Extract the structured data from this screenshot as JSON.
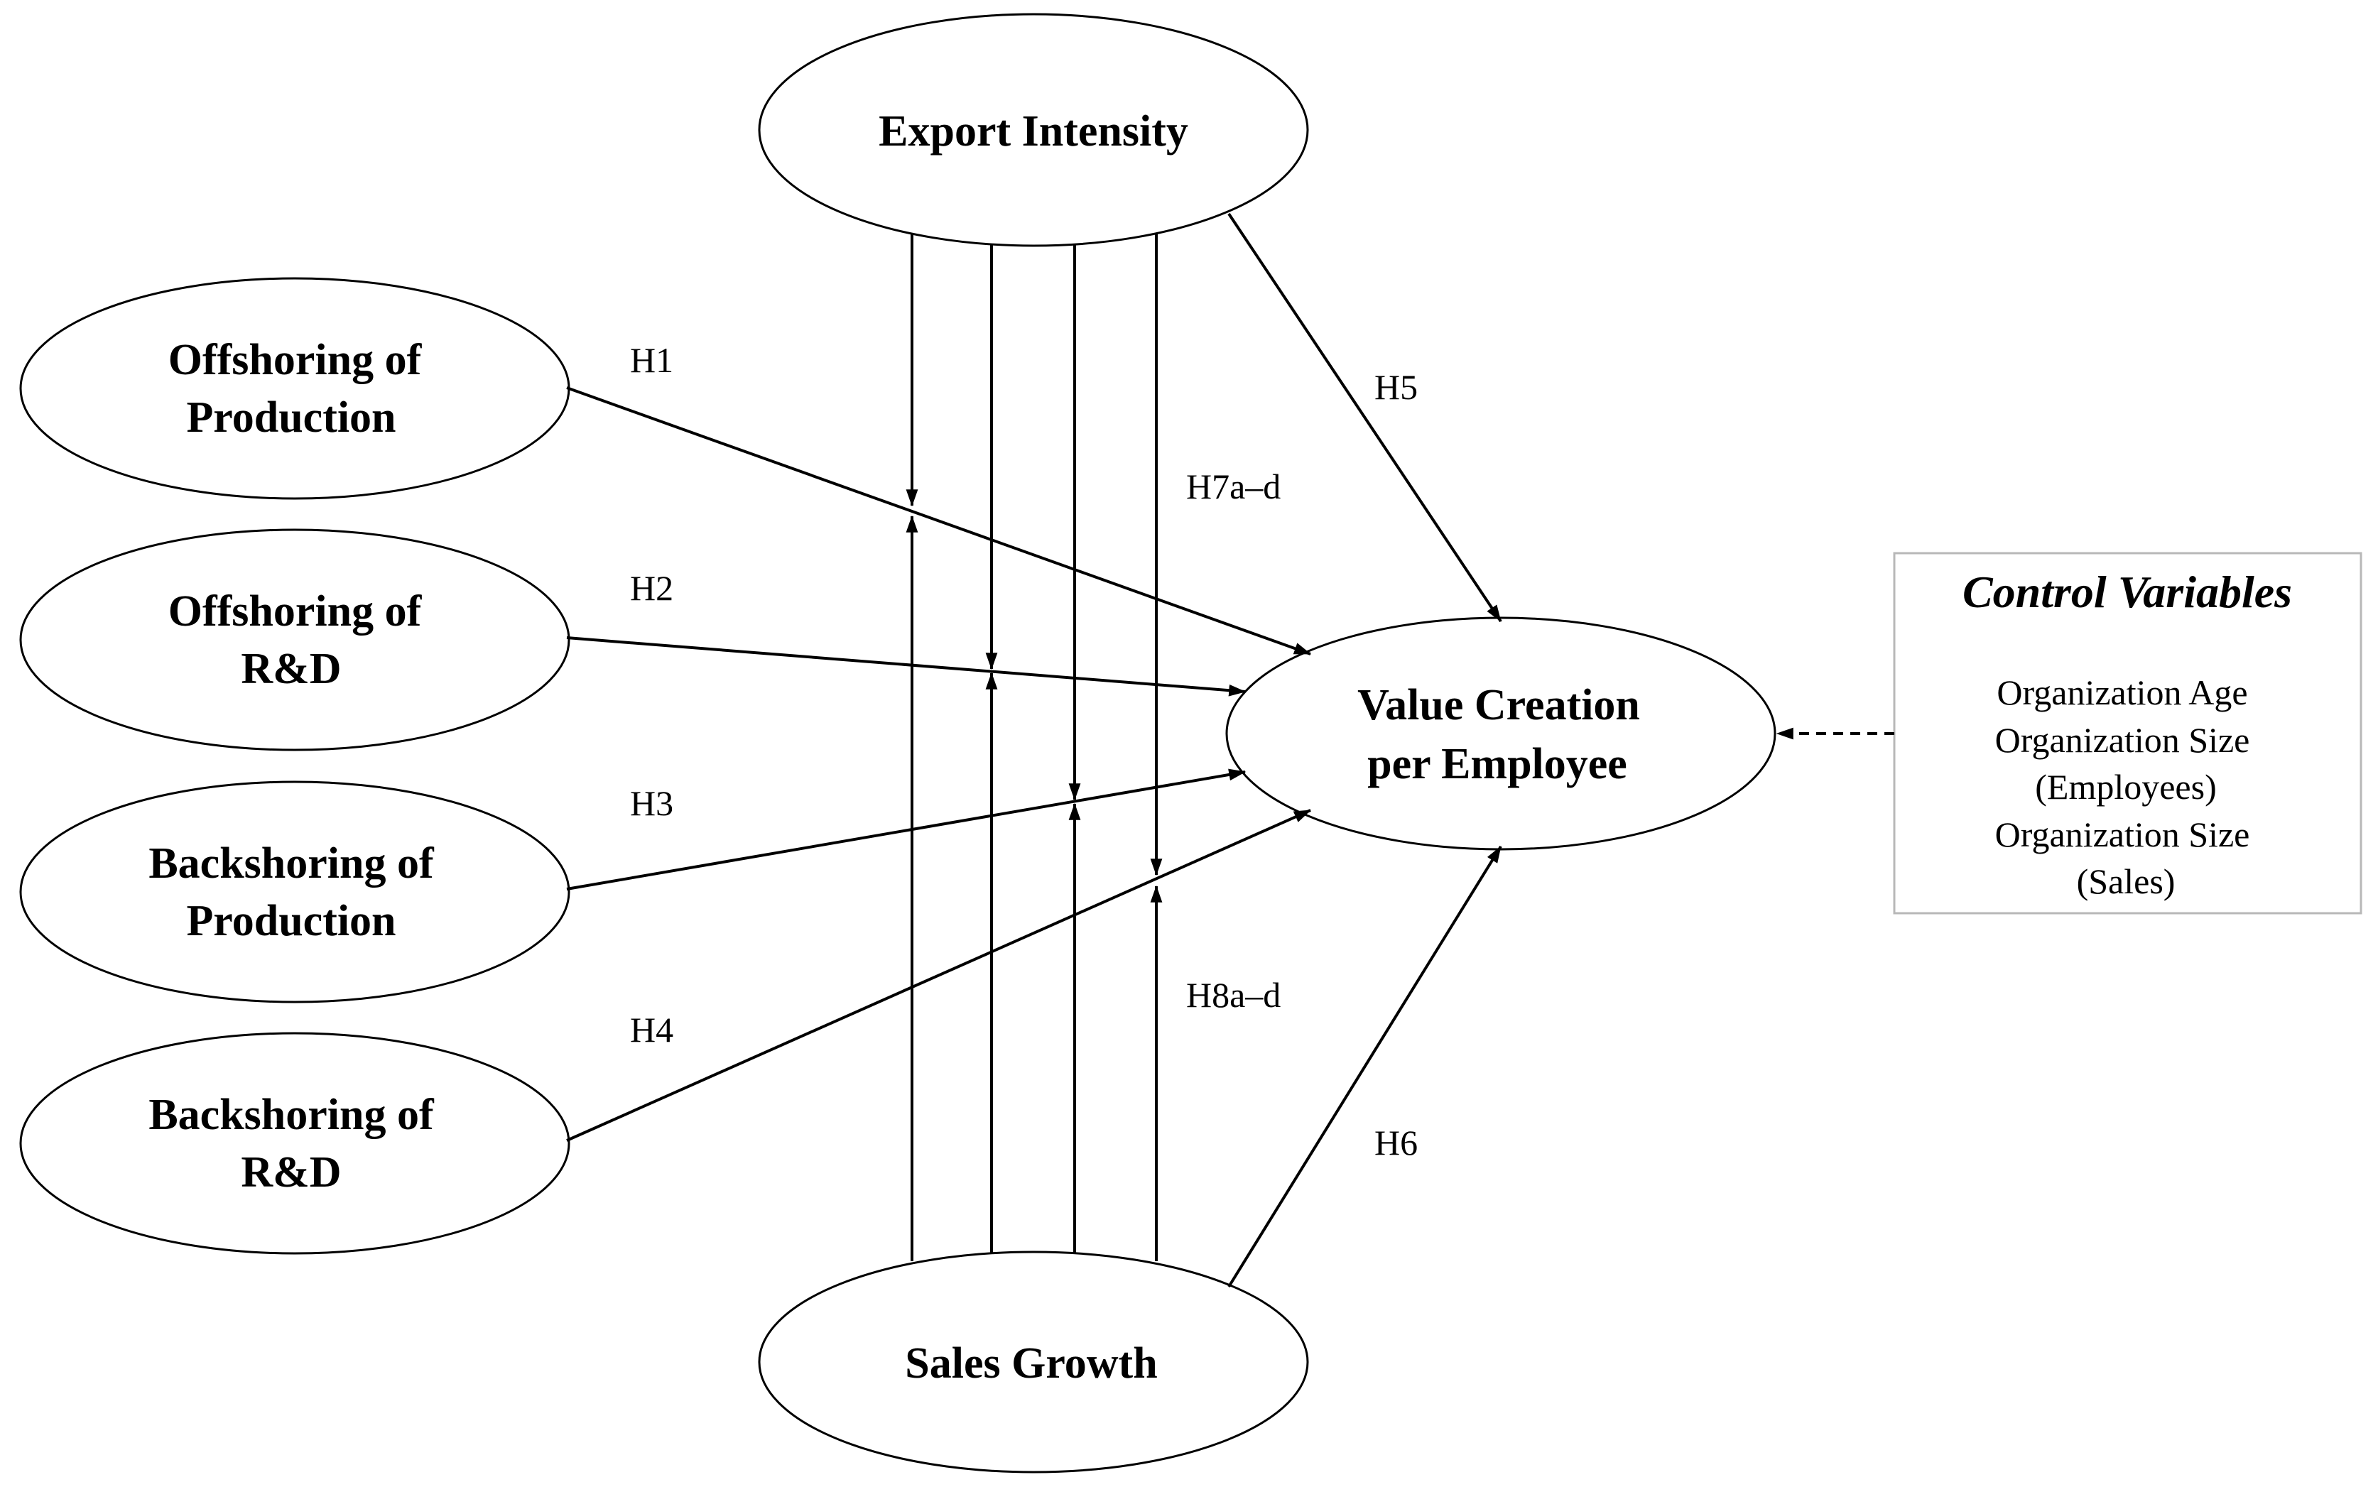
{
  "nodes": {
    "export_intensity": [
      "Export Intensity"
    ],
    "offshoring_production": [
      "Offshoring of",
      "Production"
    ],
    "offshoring_rd": [
      "Offshoring of",
      "R&D"
    ],
    "backshoring_production": [
      "Backshoring of",
      "Production"
    ],
    "backshoring_rd": [
      "Backshoring of",
      "R&D"
    ],
    "value_creation": [
      "Value Creation",
      "per Employee"
    ],
    "sales_growth": [
      "Sales Growth"
    ]
  },
  "hypotheses": {
    "h1": "H1",
    "h2": "H2",
    "h3": "H3",
    "h4": "H4",
    "h5": "H5",
    "h6": "H6",
    "h7": "H7a–d",
    "h8": "H8a–d"
  },
  "control_box": {
    "title": "Control Variables",
    "items": [
      "Organization Age",
      "Organization Size",
      "(Employees)",
      "Organization Size",
      "(Sales)"
    ]
  }
}
